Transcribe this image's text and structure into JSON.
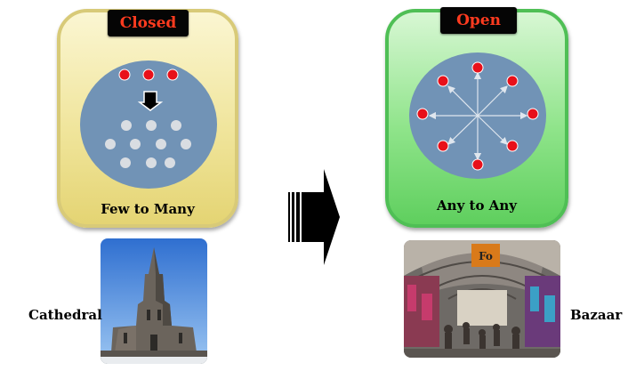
{
  "closed": {
    "label": "Closed",
    "caption": "Few to Many",
    "photo_label": "Cathedral"
  },
  "open": {
    "label": "Open",
    "caption": "Any to Any",
    "photo_label": "Bazaar"
  },
  "bazaar_sign": "Fo",
  "colors": {
    "closed_panel": "#f0e59c",
    "open_panel": "#8fe48a",
    "circle": "#7193b6",
    "red_node": "#e8101a",
    "grey_node": "#d9dde2",
    "tag_background": "#050505",
    "tag_text": "#ff3b1f"
  }
}
